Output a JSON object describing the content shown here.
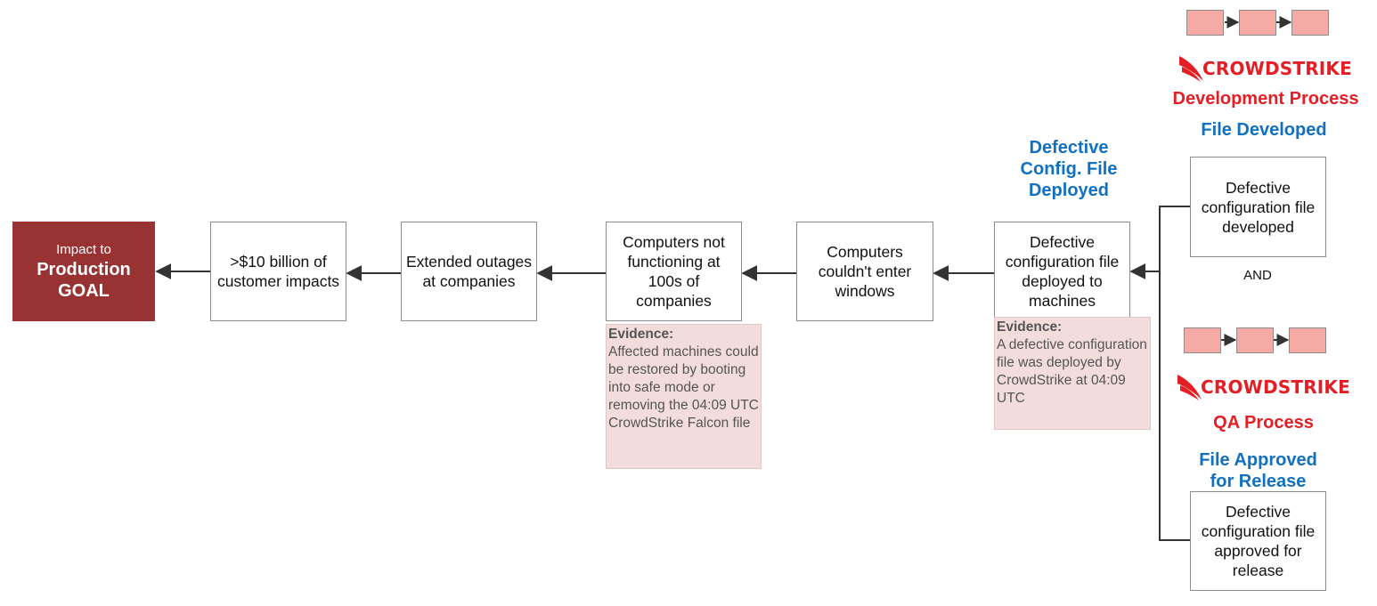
{
  "goal": {
    "line1": "Impact to",
    "line2": "Production",
    "line3": "GOAL",
    "color": "#993333"
  },
  "boxes": {
    "customer_impacts": ">$10 billion of customer impacts",
    "extended_outages": "Extended outages at companies",
    "not_functioning": "Computers not functioning at 100s of companies",
    "no_windows": "Computers couldn't enter windows",
    "deployed": "Defective configuration file deployed to machines",
    "developed": "Defective configuration file developed",
    "approved": "Defective configuration file approved for release"
  },
  "evidence": [
    {
      "title": "Evidence:",
      "text": "Affected machines could be restored by booting into safe mode or removing the 04:09 UTC CrowdStrike Falcon file"
    },
    {
      "title": "Evidence:",
      "text": "A defective configuration file was deployed by CrowdStrike at 04:09 UTC"
    }
  ],
  "headings": {
    "deployed": "Defective Config. File Deployed",
    "developed": "File Developed",
    "approved": "File Approved for Release"
  },
  "processes": {
    "logo_text": "CROWDSTRIKE",
    "development": "Development Process",
    "qa": "QA Process"
  },
  "and_label": "AND",
  "colors": {
    "blue": "#1170c0",
    "red": "#e31e25",
    "evidence_bg": "#f2dcdc",
    "process_box": "#f6aaa6"
  }
}
